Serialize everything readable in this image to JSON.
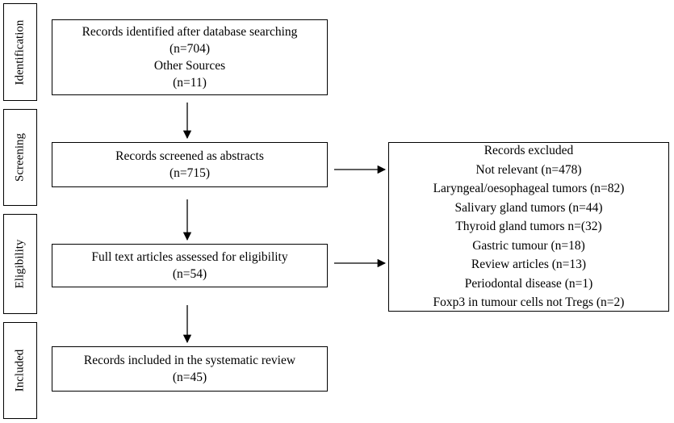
{
  "stages": [
    {
      "label": "Identification"
    },
    {
      "label": "Screening"
    },
    {
      "label": "Eligibility"
    },
    {
      "label": "Included"
    }
  ],
  "boxes": {
    "identified": {
      "lines": [
        "Records identified after database searching",
        "(n=704)",
        "Other Sources",
        "(n=11)"
      ]
    },
    "screened": {
      "lines": [
        "Records screened as abstracts",
        "(n=715)"
      ]
    },
    "full_text": {
      "lines": [
        "Full text articles assessed for eligibility",
        "(n=54)"
      ]
    },
    "included": {
      "lines": [
        "Records included in the systematic review",
        "(n=45)"
      ]
    },
    "excluded": {
      "lines": [
        "Records excluded",
        "Not relevant (n=478)",
        "Laryngeal/oesophageal tumors (n=82)",
        "Salivary gland tumors (n=44)",
        "Thyroid gland tumors n=(32)",
        "Gastric tumour (n=18)",
        "Review articles (n=13)",
        "Periodontal disease (n=1)",
        "Foxp3 in tumour cells not Tregs (n=2)"
      ]
    }
  }
}
